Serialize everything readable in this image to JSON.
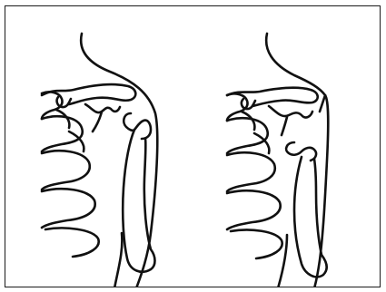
{
  "figure": {
    "panels": [
      {
        "id": "left",
        "subject": "shoulder-normal"
      },
      {
        "id": "right",
        "subject": "shoulder-dislocated"
      }
    ],
    "line_color": "#111111",
    "background_color": "#ffffff"
  }
}
